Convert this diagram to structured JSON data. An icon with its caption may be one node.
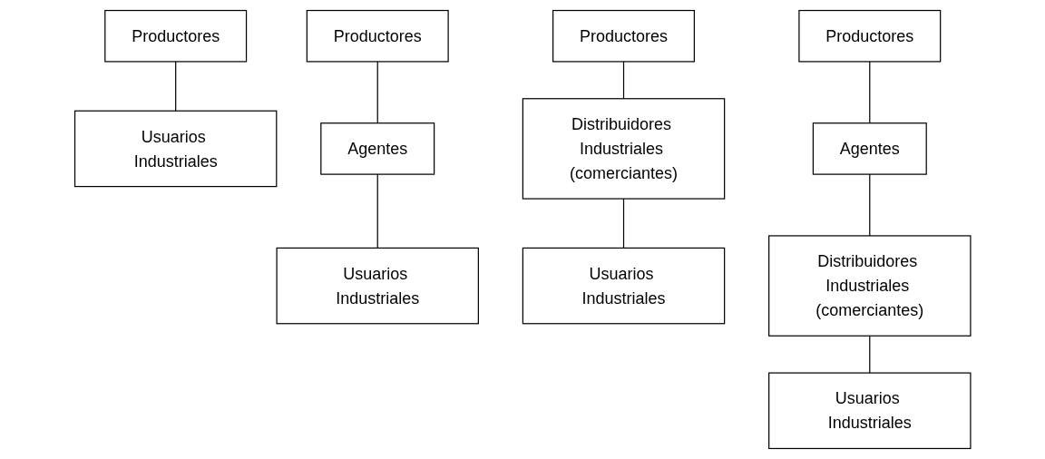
{
  "diagram": {
    "nodes": [
      {
        "text": [
          "Productores"
        ]
      },
      {
        "text": [
          "Usuarios Industriales"
        ]
      },
      {
        "text": [
          "Productores"
        ]
      },
      {
        "text": [
          "Agentes"
        ]
      },
      {
        "text": [
          "Usuarios Industriales"
        ]
      },
      {
        "text": [
          "Productores"
        ]
      },
      {
        "text": [
          "Distribuidores Industriales (comerciantes)"
        ]
      },
      {
        "text": [
          "Usuarios Industriales"
        ]
      },
      {
        "text": [
          "Productores"
        ]
      },
      {
        "text": [
          "Agentes"
        ]
      },
      {
        "text": [
          "Distribuidores Industriales (comerciantes)"
        ]
      },
      {
        "text": [
          "Usuarios Industriales"
        ]
      }
    ],
    "edges": [
      {
        "from": 0,
        "to": 1,
        "arrow": "none"
      },
      {
        "from": 2,
        "to": 3,
        "arrow": "none"
      },
      {
        "from": 3,
        "to": 4,
        "arrow": "none"
      },
      {
        "from": 5,
        "to": 6,
        "arrow": "none"
      },
      {
        "from": 6,
        "to": 7,
        "arrow": "none"
      },
      {
        "from": 8,
        "to": 9,
        "arrow": "none"
      },
      {
        "from": 9,
        "to": 10,
        "arrow": "none"
      },
      {
        "from": 10,
        "to": 11,
        "arrow": "none"
      }
    ]
  }
}
